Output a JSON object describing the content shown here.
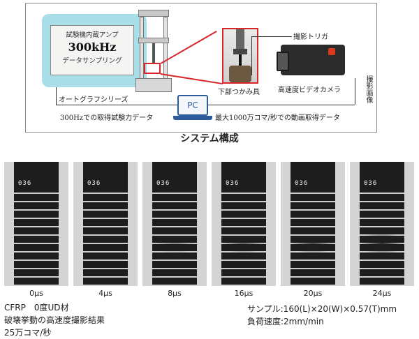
{
  "system": {
    "amp_title": "試験機内蔵アンプ",
    "amp_rate": "300kHz",
    "amp_sub": "データサンプリング",
    "series_label": "オートグラフシリーズ",
    "pc_label": "PC",
    "grip_label": "下部つかみ具",
    "trigger_label": "撮影トリガ",
    "camera_label": "高速度ビデオカメラ",
    "image_label": "撮影画像",
    "force_data_label": "300Hzでの取得試験力データ",
    "video_data_label": "最大1000万コマ/秒での動画取得データ",
    "caption": "システム構成"
  },
  "frames": [
    {
      "time": "0μs",
      "mark": "036"
    },
    {
      "time": "4μs",
      "mark": "036"
    },
    {
      "time": "8μs",
      "mark": "036"
    },
    {
      "time": "16μs",
      "mark": "036"
    },
    {
      "time": "20μs",
      "mark": "036"
    },
    {
      "time": "24μs",
      "mark": "036"
    }
  ],
  "notes": {
    "material": "CFRP　0度UD材",
    "result": "破壊挙動の高速度撮影結果",
    "rate": "25万コマ/秒",
    "sample": "サンプル:160(L)×20(W)×0.57(T)mm",
    "speed": "負荷速度:2mm/min"
  },
  "colors": {
    "panel": "#a9dde8",
    "highlight": "#d8262a",
    "pc": "#2d5b9c"
  }
}
